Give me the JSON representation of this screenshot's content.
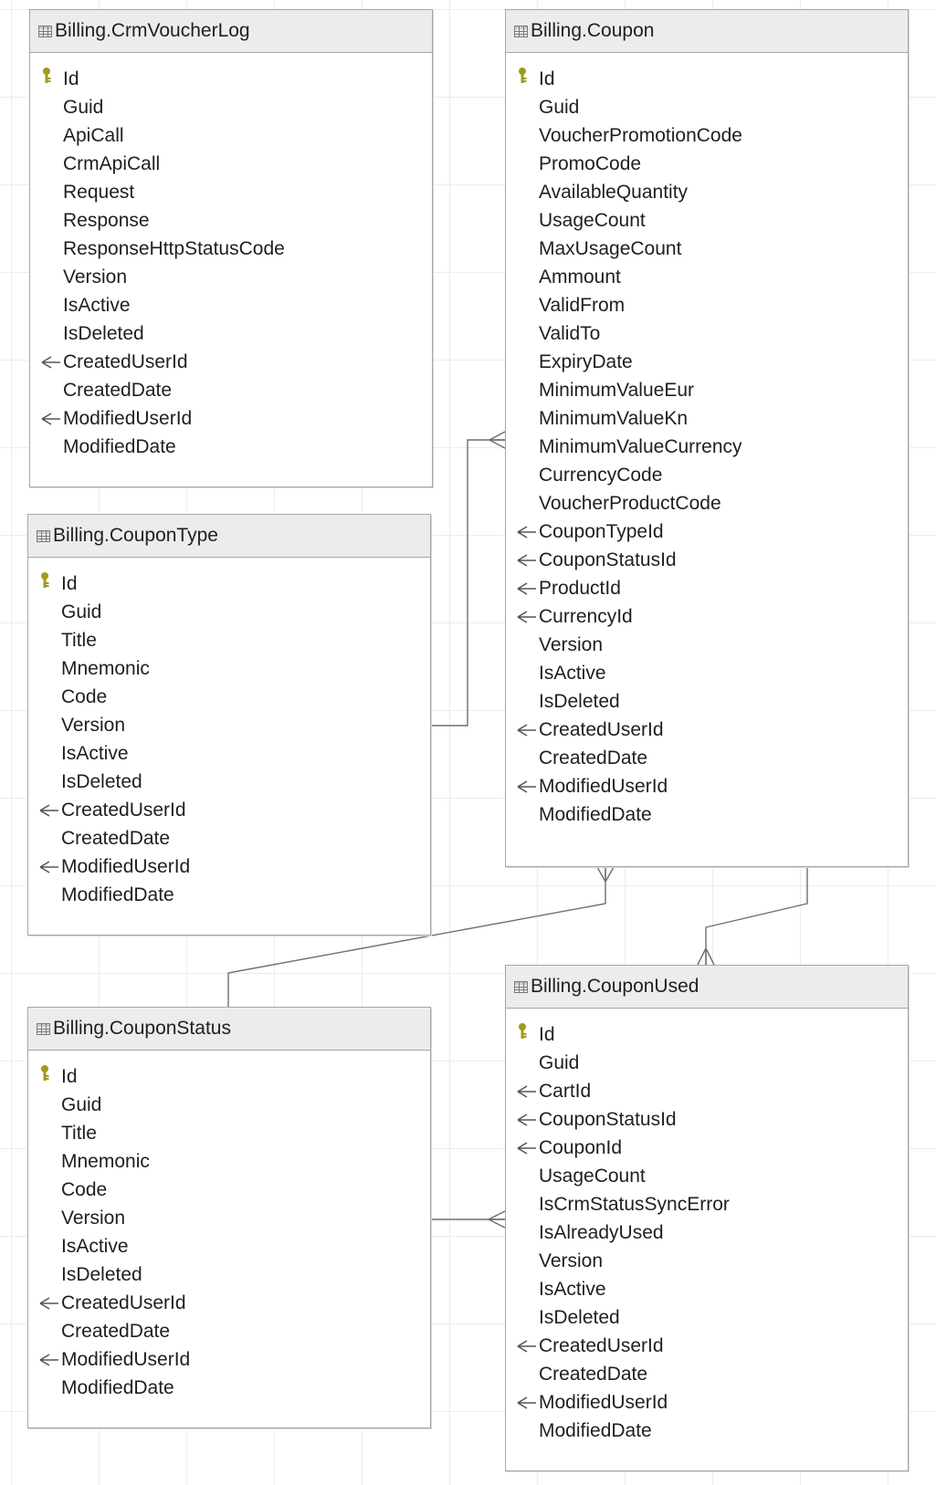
{
  "tables": {
    "crm_voucher_log": {
      "title": "Billing.CrmVoucherLog",
      "columns": [
        {
          "name": "Id",
          "icon": "primary-key-icon"
        },
        {
          "name": "Guid",
          "icon": ""
        },
        {
          "name": "ApiCall",
          "icon": ""
        },
        {
          "name": "CrmApiCall",
          "icon": ""
        },
        {
          "name": "Request",
          "icon": ""
        },
        {
          "name": "Response",
          "icon": ""
        },
        {
          "name": "ResponseHttpStatusCode",
          "icon": ""
        },
        {
          "name": "Version",
          "icon": ""
        },
        {
          "name": "IsActive",
          "icon": ""
        },
        {
          "name": "IsDeleted",
          "icon": ""
        },
        {
          "name": "CreatedUserId",
          "icon": "foreign-key-icon"
        },
        {
          "name": "CreatedDate",
          "icon": ""
        },
        {
          "name": "ModifiedUserId",
          "icon": "foreign-key-icon"
        },
        {
          "name": "ModifiedDate",
          "icon": ""
        }
      ]
    },
    "coupon": {
      "title": "Billing.Coupon",
      "columns": [
        {
          "name": "Id",
          "icon": "primary-key-icon"
        },
        {
          "name": "Guid",
          "icon": ""
        },
        {
          "name": "VoucherPromotionCode",
          "icon": ""
        },
        {
          "name": "PromoCode",
          "icon": ""
        },
        {
          "name": "AvailableQuantity",
          "icon": ""
        },
        {
          "name": "UsageCount",
          "icon": ""
        },
        {
          "name": "MaxUsageCount",
          "icon": ""
        },
        {
          "name": "Ammount",
          "icon": ""
        },
        {
          "name": "ValidFrom",
          "icon": ""
        },
        {
          "name": "ValidTo",
          "icon": ""
        },
        {
          "name": "ExpiryDate",
          "icon": ""
        },
        {
          "name": "MinimumValueEur",
          "icon": ""
        },
        {
          "name": "MinimumValueKn",
          "icon": ""
        },
        {
          "name": "MinimumValueCurrency",
          "icon": ""
        },
        {
          "name": "CurrencyCode",
          "icon": ""
        },
        {
          "name": "VoucherProductCode",
          "icon": ""
        },
        {
          "name": "CouponTypeId",
          "icon": "foreign-key-icon"
        },
        {
          "name": "CouponStatusId",
          "icon": "foreign-key-icon"
        },
        {
          "name": "ProductId",
          "icon": "foreign-key-icon"
        },
        {
          "name": "CurrencyId",
          "icon": "foreign-key-icon"
        },
        {
          "name": "Version",
          "icon": ""
        },
        {
          "name": "IsActive",
          "icon": ""
        },
        {
          "name": "IsDeleted",
          "icon": ""
        },
        {
          "name": "CreatedUserId",
          "icon": "foreign-key-icon"
        },
        {
          "name": "CreatedDate",
          "icon": ""
        },
        {
          "name": "ModifiedUserId",
          "icon": "foreign-key-icon"
        },
        {
          "name": "ModifiedDate",
          "icon": ""
        }
      ]
    },
    "coupon_type": {
      "title": "Billing.CouponType",
      "columns": [
        {
          "name": "Id",
          "icon": "primary-key-icon"
        },
        {
          "name": "Guid",
          "icon": ""
        },
        {
          "name": "Title",
          "icon": ""
        },
        {
          "name": "Mnemonic",
          "icon": ""
        },
        {
          "name": "Code",
          "icon": ""
        },
        {
          "name": "Version",
          "icon": ""
        },
        {
          "name": "IsActive",
          "icon": ""
        },
        {
          "name": "IsDeleted",
          "icon": ""
        },
        {
          "name": "CreatedUserId",
          "icon": "foreign-key-icon"
        },
        {
          "name": "CreatedDate",
          "icon": ""
        },
        {
          "name": "ModifiedUserId",
          "icon": "foreign-key-icon"
        },
        {
          "name": "ModifiedDate",
          "icon": ""
        }
      ]
    },
    "coupon_status": {
      "title": "Billing.CouponStatus",
      "columns": [
        {
          "name": "Id",
          "icon": "primary-key-icon"
        },
        {
          "name": "Guid",
          "icon": ""
        },
        {
          "name": "Title",
          "icon": ""
        },
        {
          "name": "Mnemonic",
          "icon": ""
        },
        {
          "name": "Code",
          "icon": ""
        },
        {
          "name": "Version",
          "icon": ""
        },
        {
          "name": "IsActive",
          "icon": ""
        },
        {
          "name": "IsDeleted",
          "icon": ""
        },
        {
          "name": "CreatedUserId",
          "icon": "foreign-key-icon"
        },
        {
          "name": "CreatedDate",
          "icon": ""
        },
        {
          "name": "ModifiedUserId",
          "icon": "foreign-key-icon"
        },
        {
          "name": "ModifiedDate",
          "icon": ""
        }
      ]
    },
    "coupon_used": {
      "title": "Billing.CouponUsed",
      "columns": [
        {
          "name": "Id",
          "icon": "primary-key-icon"
        },
        {
          "name": "Guid",
          "icon": ""
        },
        {
          "name": "CartId",
          "icon": "foreign-key-icon"
        },
        {
          "name": "CouponStatusId",
          "icon": "foreign-key-icon"
        },
        {
          "name": "CouponId",
          "icon": "foreign-key-icon"
        },
        {
          "name": "UsageCount",
          "icon": ""
        },
        {
          "name": "IsCrmStatusSyncError",
          "icon": ""
        },
        {
          "name": "IsAlreadyUsed",
          "icon": ""
        },
        {
          "name": "Version",
          "icon": ""
        },
        {
          "name": "IsActive",
          "icon": ""
        },
        {
          "name": "IsDeleted",
          "icon": ""
        },
        {
          "name": "CreatedUserId",
          "icon": "foreign-key-icon"
        },
        {
          "name": "CreatedDate",
          "icon": ""
        },
        {
          "name": "ModifiedUserId",
          "icon": "foreign-key-icon"
        },
        {
          "name": "ModifiedDate",
          "icon": ""
        }
      ]
    }
  },
  "relationships": [
    {
      "from": "coupon_type",
      "to": "coupon",
      "many_side": "coupon"
    },
    {
      "from": "coupon_status",
      "to": "coupon",
      "many_side": "coupon"
    },
    {
      "from": "coupon",
      "to": "coupon_used",
      "many_side": "coupon_used"
    },
    {
      "from": "coupon_status",
      "to": "coupon_used",
      "many_side": "coupon_used"
    }
  ],
  "colors": {
    "key": "#a39a1c",
    "line": "#6e6e6e",
    "header_bg": "#ececec",
    "border": "#a6a6a6"
  }
}
